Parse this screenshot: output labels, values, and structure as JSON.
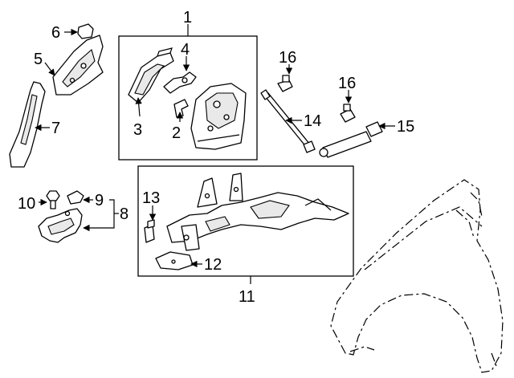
{
  "callouts": {
    "c1": "1",
    "c2": "2",
    "c3": "3",
    "c4": "4",
    "c5": "5",
    "c6": "6",
    "c7": "7",
    "c8": "8",
    "c9": "9",
    "c10": "10",
    "c11": "11",
    "c12": "12",
    "c13": "13",
    "c14": "14",
    "c15": "15",
    "c16a": "16",
    "c16b": "16"
  },
  "colors": {
    "line": "#000000",
    "background": "#ffffff"
  }
}
